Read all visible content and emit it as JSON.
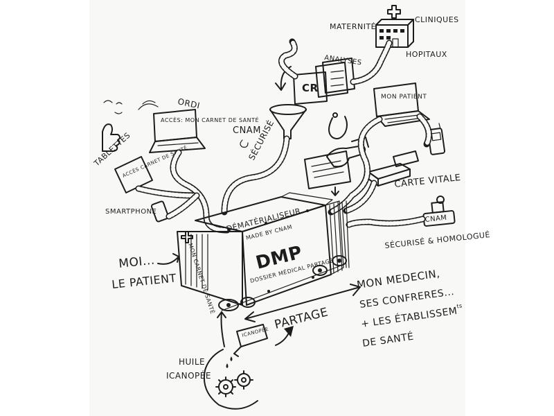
{
  "labels": {
    "maternite": "MATERNITÉ",
    "cliniques": "CLINIQUES",
    "hopitaux": "HOPITAUX",
    "analyses": "ANALYSES",
    "cr": "CR",
    "mon_patient": "MON PATIENT",
    "ordi": "ORDI",
    "acces_mon_carnet": "ACCÈS: MON CARNET DE SANTÉ",
    "tablettes": "TABLETTES",
    "acces_mon_carnet_small": "ACCÈS CARNET DE SANTÉ",
    "cnam": "CNAM",
    "securise": "SÉCURISÉ",
    "carte_vitale": "CARTE VITALE",
    "cnam_stamp": "CNAM",
    "securise_homologue": "SÉCURISÉ & HOMOLOGUÉ",
    "smartphone": "SMARTPHONE",
    "dematerialiseur": "DÉMATÉRIALISEUR",
    "made_by_cnam": "MADE BY CNAM",
    "dmp": "DMP",
    "dossier_medical_partage": "DOSSIER MÉDICAL PARTAGÉ",
    "mon_carnet_de_sante": "MON CARNET DE SANTÉ",
    "moi": "MOI...",
    "le_patient": "LE PATIENT",
    "mon_medecin": "MON MEDECIN,",
    "ses_confreres": "SES CONFRERES...",
    "les_etablissements": "+ LES ÉTABLISSEM",
    "ts": "ts",
    "de_sante": "DE SANTÉ",
    "partage": "PARTAGE",
    "huile": "HUILE",
    "icanopee": "ICANOPÉE",
    "icanopee_bottle": "ICANOPÉE"
  }
}
